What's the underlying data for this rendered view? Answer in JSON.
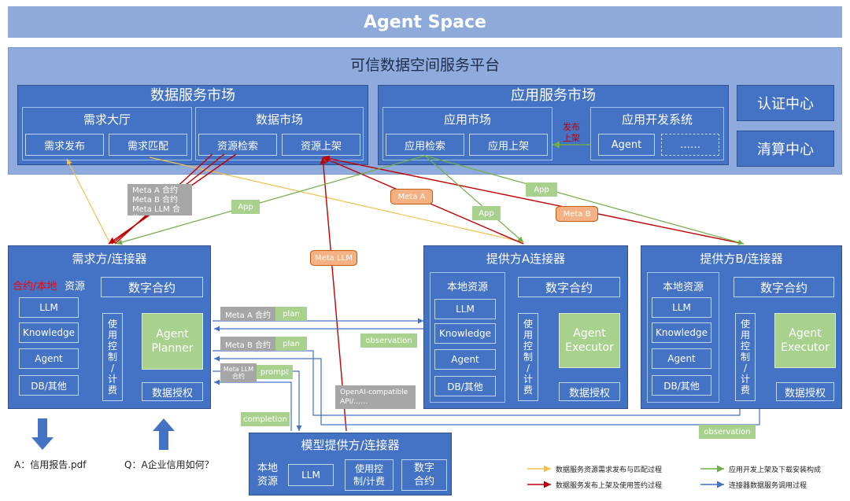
{
  "title": "Agent Space",
  "platform": {
    "title": "可信数据空间服务平台",
    "data_market": {
      "title": "数据服务市场",
      "demand_hall": {
        "title": "需求大厅",
        "items": [
          "需求发布",
          "需求匹配"
        ]
      },
      "data_market": {
        "title": "数据市场",
        "items": [
          "资源检索",
          "资源上架"
        ]
      }
    },
    "app_market": {
      "title": "应用服务市场",
      "app_store": {
        "title": "应用市场",
        "items": [
          "应用检索",
          "应用上架"
        ]
      },
      "publish_label": "发布\n上架",
      "dev_system": {
        "title": "应用开发系统",
        "items": [
          "Agent",
          "……"
        ]
      }
    },
    "auth_center": "认证中心",
    "clearing_center": "清算中心"
  },
  "demand_connector": {
    "title": "需求方/连接器",
    "local_label_1": "合约/本地",
    "local_label_2": "资源",
    "resources": [
      "LLM",
      "Knowledge",
      "Agent",
      "DB/其他"
    ],
    "contract": "数字合约",
    "control": "使\n用\n控\n制\n/\n计\n费",
    "planner": "Agent\nPlanner",
    "auth": "数据授权"
  },
  "provider_a": {
    "title": "提供方A连接器",
    "local": "本地资源",
    "resources": [
      "LLM",
      "Knowledge",
      "Agent",
      "DB/其他"
    ],
    "contract": "数字合约",
    "control": "使\n用\n控\n制\n/\n计\n费",
    "executor": "Agent\nExecutor",
    "auth": "数据授权"
  },
  "provider_b": {
    "title": "提供方B/连接器",
    "local": "本地资源",
    "resources": [
      "LLM",
      "Knowledge",
      "Agent",
      "DB/其他"
    ],
    "contract": "数字合约",
    "control": "使\n用\n控\n制\n/\n计\n费",
    "executor": "Agent\nExecutor",
    "auth": "数据授权"
  },
  "model_provider": {
    "title": "模型提供方/连接器",
    "local": "本地\n资源",
    "llm": "LLM",
    "control": "使用控\n制/计费",
    "contract": "数字\n合约"
  },
  "tags": {
    "meta_contracts": "Meta A 合约\nMeta B 合约\nMeta LLM  合约",
    "app1": "App",
    "app2": "App",
    "app3": "App",
    "meta_a": "Meta A",
    "meta_b": "Meta B",
    "meta_llm": "Meta LLM",
    "meta_a_contract": "Meta A 合约",
    "plan1": "plan",
    "meta_b_contract": "Meta B 合约",
    "plan2": "plan",
    "meta_llm_contract": "Meta LLM\n合约",
    "prompt": "prompt",
    "observation1": "observation",
    "observation2": "observation",
    "completion": "completion",
    "openai": "OpenAI-compatible\nAPI/……"
  },
  "io": {
    "answer": "A：信用报告.pdf",
    "question": "Q：A企业信用如何？"
  },
  "legend": [
    {
      "text": "数据服务资源需求发布与匹配过程",
      "color": "#f2c14e"
    },
    {
      "text": "数据服务发布上架及使用签约过程",
      "color": "#c00000"
    },
    {
      "text": "应用开发上架及下载安装构成",
      "color": "#70ad47"
    },
    {
      "text": "连接器数据服务调用过程",
      "color": "#4472c4"
    }
  ],
  "colors": {
    "primary": "#4472c4",
    "platform": "#8faadc",
    "green": "#a9d18e",
    "orange": "#f4b183",
    "red": "#c00000"
  }
}
